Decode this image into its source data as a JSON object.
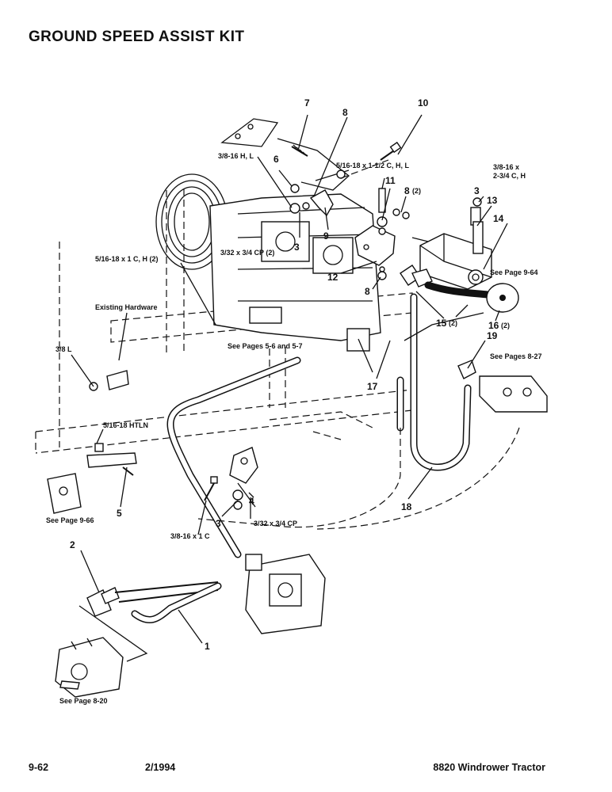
{
  "header": {
    "title": "GROUND SPEED ASSIST KIT"
  },
  "callouts": {
    "n1": "1",
    "n2": "2",
    "n3a": "3",
    "n3b": "3",
    "n3c": "3",
    "n4": "4",
    "n5": "5",
    "n6": "6",
    "n7": "7",
    "n8a": "8",
    "n8b": "8",
    "n8c": "8",
    "n9": "9",
    "n10": "10",
    "n11": "11",
    "n12": "12",
    "n13": "13",
    "n14": "14",
    "n15": "15",
    "n16": "16",
    "n17": "17",
    "n18": "18",
    "n19": "19",
    "qty8c": "(2)",
    "qty15": "(2)",
    "qty16": "(2)"
  },
  "hardware": {
    "h1": "3/8-16 H, L",
    "h2": "5/16-18 x 1-1/2 C, H, L",
    "h3a": "3/8-16 x",
    "h3b": "2-3/4 C, H",
    "h4": "3/32 x 3/4 CP (2)",
    "h5": "5/16-18 x 1 C, H (2)",
    "h6": "Existing Hardware",
    "h7": "3/8 L",
    "h8": "5/16-18 HTLN",
    "h9": "3/32 x 3/4 CP",
    "h10": "3/8-16 x 1 C"
  },
  "references": {
    "r1": "See Page 9-64",
    "r2": "See Pages 5-6 and 5-7",
    "r3": "See Pages 8-27",
    "r4": "See Page 9-66",
    "r5": "See Page 8-20"
  },
  "footer": {
    "page": "9-62",
    "date": "2/1994",
    "model": "8820 Windrower Tractor"
  }
}
